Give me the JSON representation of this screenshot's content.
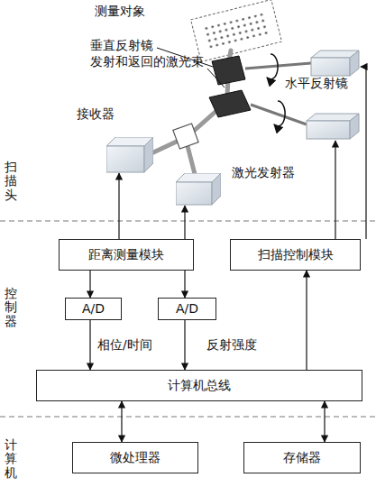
{
  "diagram": {
    "nodes": [
      {
        "text": [
          "接收器"
        ]
      },
      {
        "text": [
          "激光发射器"
        ]
      },
      {
        "text": [
          "距离测量模块"
        ]
      },
      {
        "text": [
          "扫描控制模块"
        ]
      },
      {
        "text": [
          "A/D"
        ]
      },
      {
        "text": [
          "A/D"
        ]
      },
      {
        "text": [
          "计算机总线"
        ]
      },
      {
        "text": [
          "微处理器"
        ]
      },
      {
        "text": [
          "存储器"
        ]
      }
    ],
    "edges": [
      {
        "from": 2,
        "to": 0,
        "arrow": "to"
      },
      {
        "from": 2,
        "to": 1,
        "arrow": "to"
      },
      {
        "from": 2,
        "to": 4,
        "arrow": "to"
      },
      {
        "from": 2,
        "to": 5,
        "arrow": "to"
      },
      {
        "from": 4,
        "to": 6,
        "label": "相位/时间",
        "arrow": "to"
      },
      {
        "from": 5,
        "to": 6,
        "label": "反射强度",
        "arrow": "to"
      },
      {
        "from": 6,
        "to": 3,
        "arrow": "to"
      },
      {
        "from": 6,
        "to": 7,
        "arrow": "both"
      },
      {
        "from": 6,
        "to": 8,
        "arrow": "both"
      }
    ],
    "labels": [
      "测量对象",
      "垂直反射镜",
      "发射和返回的激光束",
      "水平反射镜",
      "扫描头",
      "控制器",
      "计算机"
    ]
  }
}
